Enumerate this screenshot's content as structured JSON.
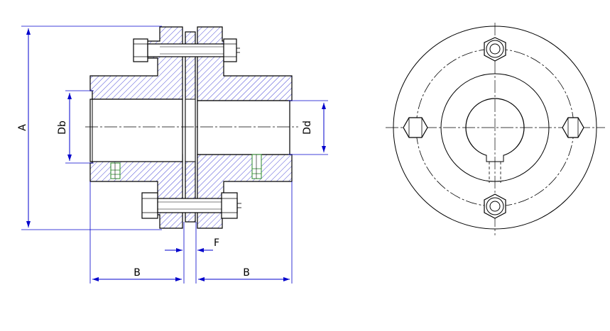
{
  "labels": {
    "overall_diameter": "A",
    "bore_left": "Db",
    "bore_right": "Dd",
    "gap": "F",
    "hub_length_left": "B",
    "hub_length_right": "B"
  },
  "colors": {
    "outline": "#000000",
    "dimension": "#0000cc",
    "hatch": "#1a1acc",
    "centerline": "#000000",
    "setscrew": "#2a8a2a"
  }
}
